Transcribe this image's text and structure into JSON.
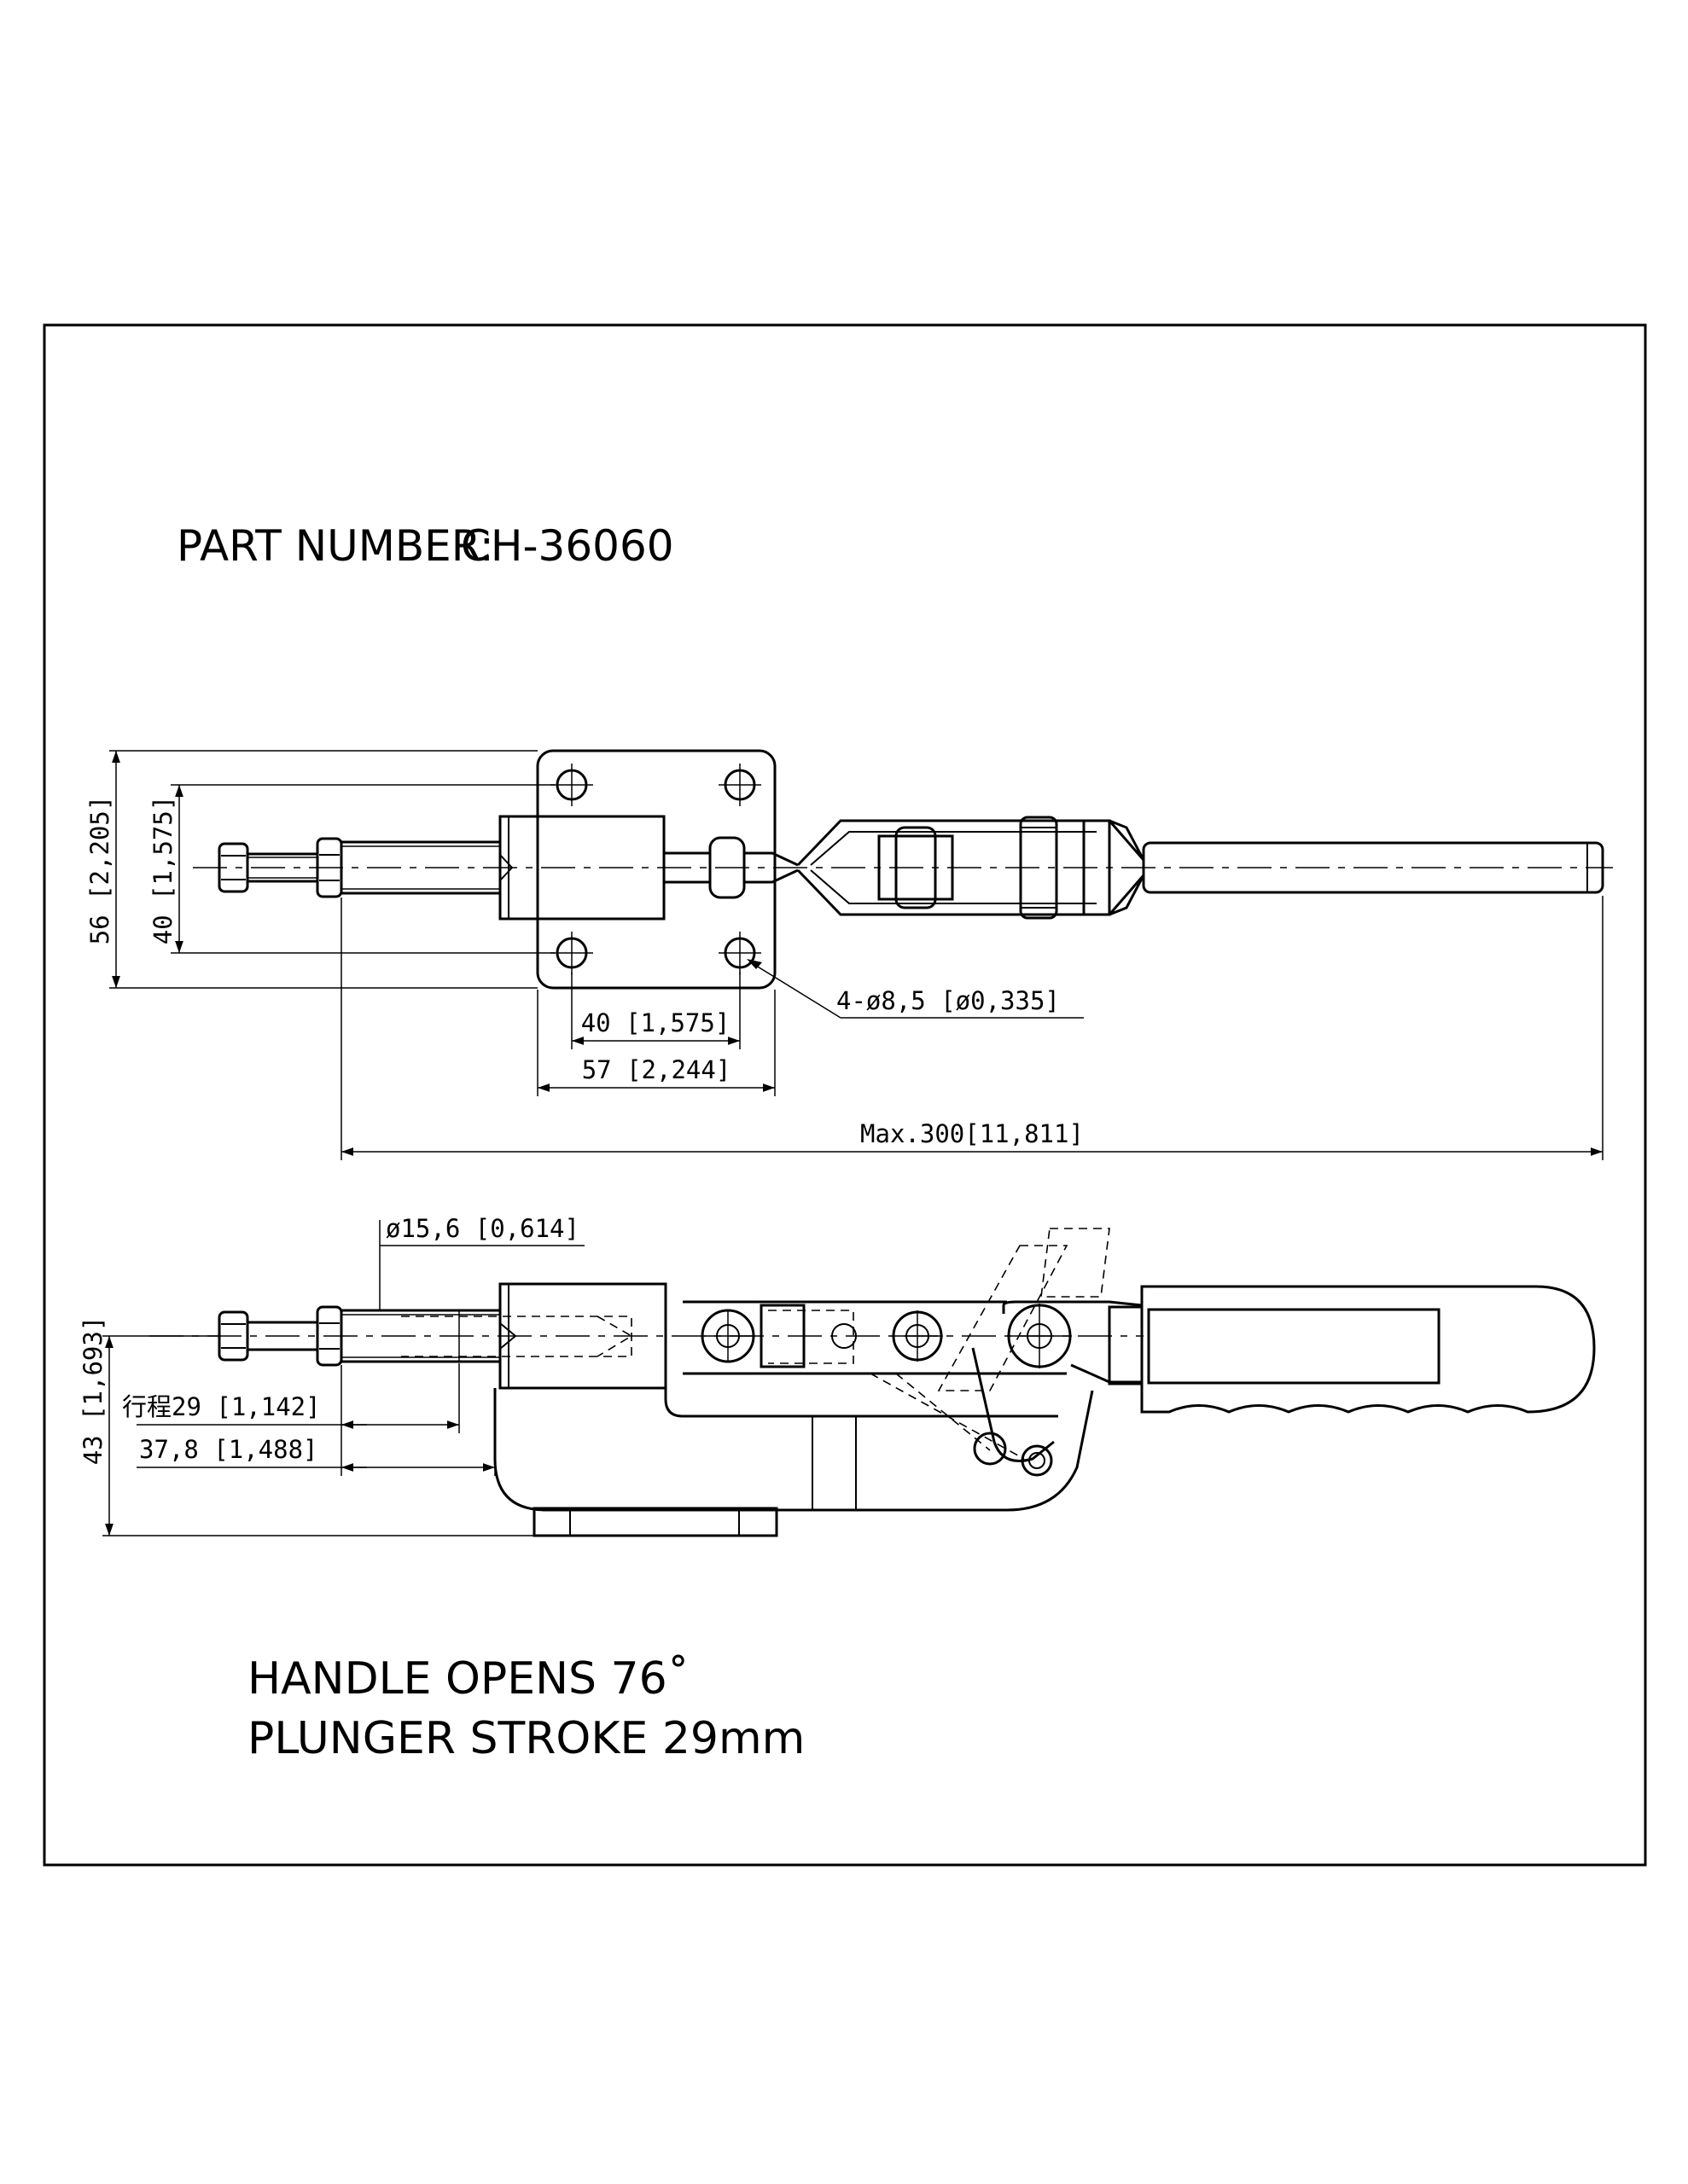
{
  "title": {
    "label": "PART NUMBER:",
    "part_number": "CH-36060"
  },
  "top_view": {
    "dim_height_overall": "56 [2,205]",
    "dim_height_holes": "40 [1,575]",
    "dim_hole_pitch": "40 [1,575]",
    "dim_base_width": "57 [2,244]",
    "dim_holes": "4-ø8,5 [ø0,335]",
    "dim_max_length": "Max.300[11,811]"
  },
  "side_view": {
    "dim_diameter": "ø15,6 [0,614]",
    "dim_stroke": "行程29 [1,142]",
    "dim_extension": "37,8 [1,488]",
    "dim_height": "43 [1,693]"
  },
  "notes": {
    "line1": "HANDLE OPENS 76˚",
    "line2": "PLUNGER STROKE 29mm"
  }
}
